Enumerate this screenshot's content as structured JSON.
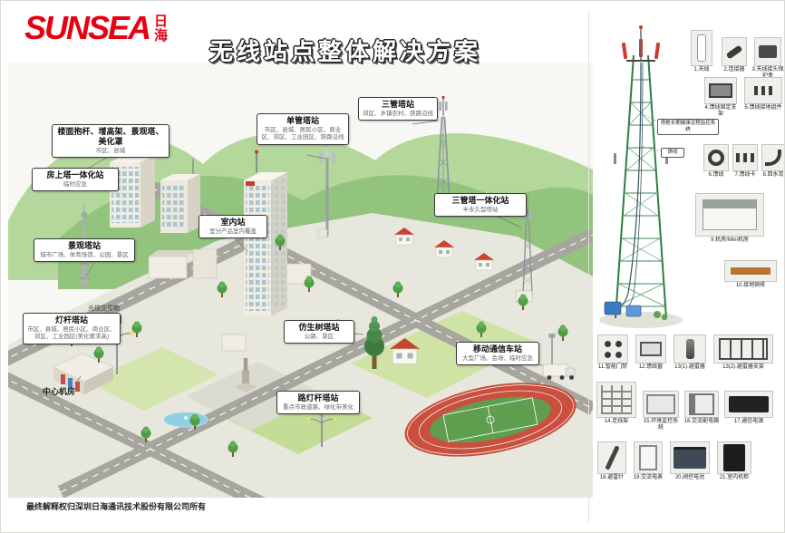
{
  "colors": {
    "brand_red": "#e60012",
    "hill_green": "#93c47d",
    "track_red": "#c9503e",
    "ground": "#e7e7dd"
  },
  "brand": {
    "logo_en": "SUNSEA",
    "logo_cn_top": "日",
    "logo_cn_bottom": "海"
  },
  "header": {
    "title": "无线站点整体解决方案"
  },
  "callouts": [
    {
      "title": "楼面抱杆、增高架、景观塔、美化罩",
      "sub": "市区、县城"
    },
    {
      "title": "房上塔一体化站",
      "sub": "临时应急"
    },
    {
      "title": "景观塔站",
      "sub": "城市广场、体育场馆、公园、景区"
    },
    {
      "title": "灯杆塔站",
      "sub": "市区、县城、居民小区、商业区、郊区、工业园区(美化要求高)"
    },
    {
      "title": "室内站",
      "sub": "室分产品室内覆盖"
    },
    {
      "title": "单管塔站",
      "sub": "市区、县城、居民小区、商业区、郊区、工业园区、铁路沿线"
    },
    {
      "title": "三管塔站",
      "sub": "郊区、乡镇农村、铁路沿线"
    },
    {
      "title": "三管塔一体化站",
      "sub": "半永久型塔站"
    },
    {
      "title": "仿生树塔站",
      "sub": "公路、景区"
    },
    {
      "title": "移动通信车站",
      "sub": "大型广场、会场、临时应急"
    },
    {
      "title": "路灯杆塔站",
      "sub": "重点市政道路、绿化带美化"
    }
  ],
  "scene_labels": {
    "central_room": "中心机房",
    "fiber_box": "光缆交接箱"
  },
  "tower_panel": {
    "monitor": "塔桅长期健康远程监控系统",
    "feeder": "馈线"
  },
  "catalog": {
    "items": [
      {
        "label": "1.天线"
      },
      {
        "label": "2.连接器"
      },
      {
        "label": "3.天线接头保护盒"
      },
      {
        "label": "4.馈线固定支架"
      },
      {
        "label": "5.馈线接地组件"
      },
      {
        "label": "6.馈线"
      },
      {
        "label": "7.馈线卡"
      },
      {
        "label": "8.回水弯"
      },
      {
        "label": "9.机房/Mini机房"
      },
      {
        "label": "10.接地铜排"
      },
      {
        "label": "11.智能门禁"
      },
      {
        "label": "12.馈线窗"
      },
      {
        "label": "13(1).避雷器"
      },
      {
        "label": "13(2).避雷器支架"
      },
      {
        "label": "14.走线架"
      },
      {
        "label": "15.环境监控系统"
      },
      {
        "label": "16.交流配电箱"
      },
      {
        "label": "17.通信电源"
      },
      {
        "label": "18.避雷针"
      },
      {
        "label": "19.交流电表"
      },
      {
        "label": "20.阀控电池"
      },
      {
        "label": "21.室内机柜"
      }
    ]
  },
  "footer": {
    "copyright": "最终解释权归深圳日海通讯技术股份有限公司所有"
  }
}
